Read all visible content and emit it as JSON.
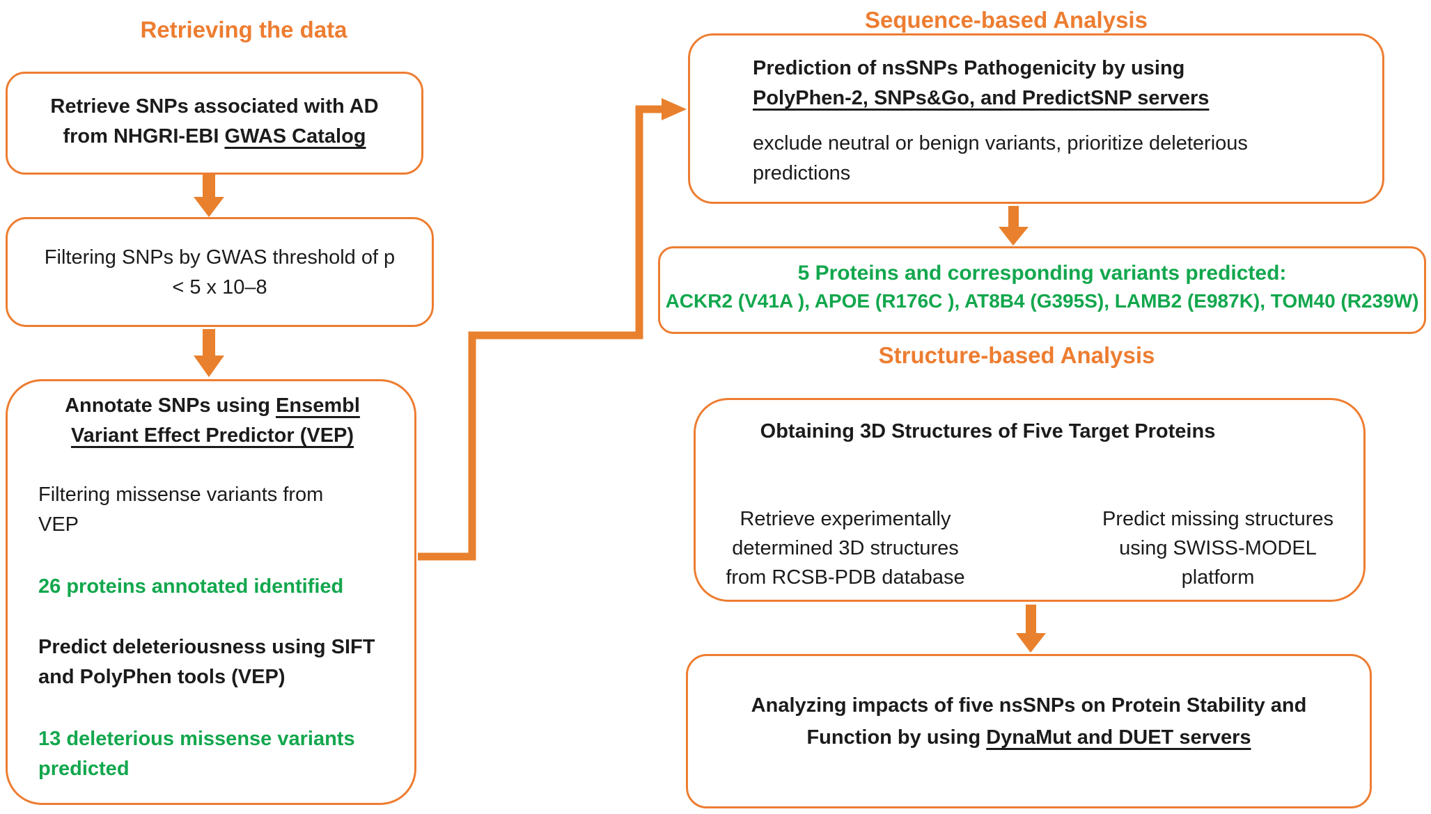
{
  "colors": {
    "orange_accent": "#ED7D31",
    "arrow_orange": "#E8802D",
    "result_green": "#12A74D",
    "text_black": "#1B1B1B"
  },
  "left": {
    "title": "Retrieving the data",
    "box1": {
      "l1": "Retrieve SNPs associated with AD",
      "l2_pre": "from NHGRI-EBI ",
      "l2_u": "GWAS Catalog"
    },
    "box2": {
      "l1": "Filtering SNPs by GWAS threshold of p",
      "l2": "< 5 x 10–8"
    },
    "box3": {
      "h1_pre": "Annotate SNPs using ",
      "h1_u": "Ensembl",
      "h2_u": "Variant Effect Predictor (VEP)",
      "s1_l1": "Filtering missense variants from",
      "s1_l2": "VEP",
      "r1": "26 proteins annotated identified",
      "s2_l1": "Predict deleteriousness using SIFT",
      "s2_l2": "and PolyPhen tools (VEP)",
      "r2_l1": "13 deleterious missense variants",
      "r2_l2": "predicted"
    }
  },
  "right": {
    "seq_title": "Sequence-based Analysis",
    "pred": {
      "h1": "Prediction of nsSNPs Pathogenicity by using",
      "h2_u": "PolyPhen-2, SNPs&Go, and PredictSNP servers",
      "b1": "exclude neutral or benign variants, prioritize deleterious",
      "b2": "predictions"
    },
    "results": {
      "l1": "5 Proteins and corresponding variants predicted:",
      "l2": "ACKR2 (V41A ), APOE (R176C ), AT8B4 (G395S), LAMB2 (E987K), TOM40 (R239W)"
    },
    "struct_title": "Structure-based Analysis",
    "struct": {
      "heading": "Obtaining 3D Structures of Five Target Proteins",
      "left_l1": "Retrieve experimentally",
      "left_l2": "determined 3D structures",
      "left_l3": "from RCSB-PDB database",
      "right_l1": "Predict missing structures",
      "right_l2": "using SWISS-MODEL",
      "right_l3": "platform"
    },
    "bottom": {
      "l1": "Analyzing impacts of five nsSNPs on Protein Stability and",
      "l2_pre": "Function by using ",
      "l2_u": "DynaMut and DUET servers"
    }
  }
}
